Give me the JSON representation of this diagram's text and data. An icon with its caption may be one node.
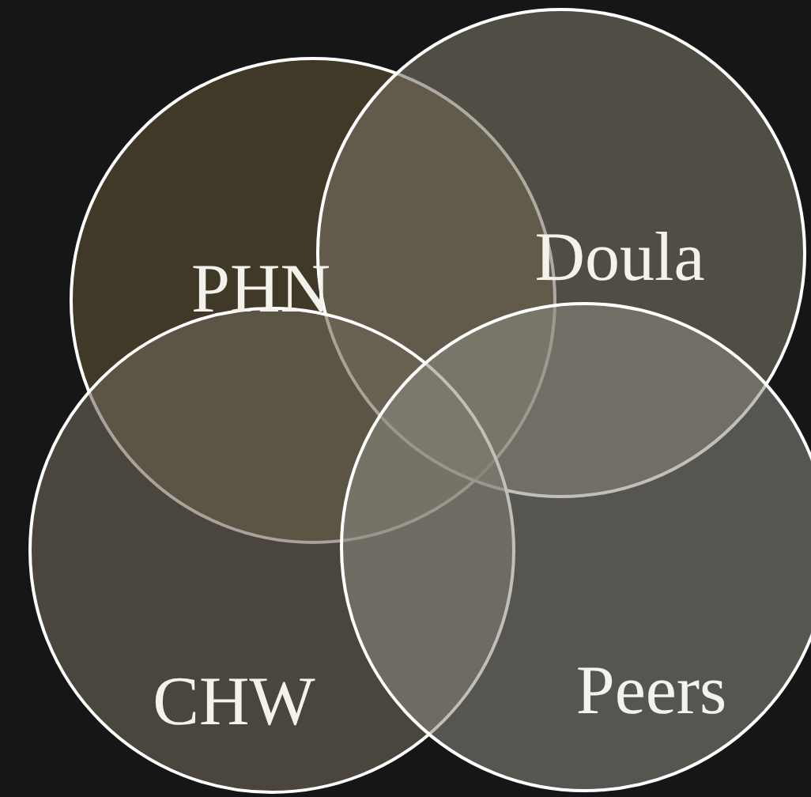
{
  "diagram": {
    "nodes": [
      {
        "text": [
          "PHN"
        ]
      },
      {
        "text": [
          "Doula"
        ]
      },
      {
        "text": [
          "CHW"
        ]
      },
      {
        "text": [
          "Peers"
        ]
      }
    ]
  }
}
